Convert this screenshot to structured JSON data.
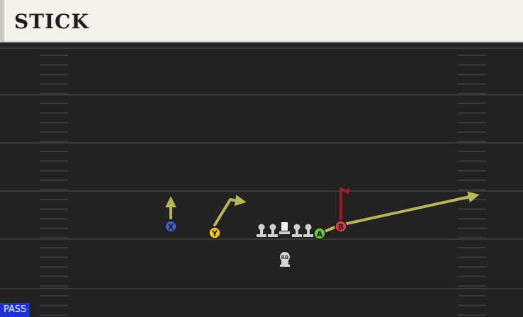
{
  "play": {
    "title": "STICK",
    "mode_label": "PASS"
  },
  "receivers": [
    {
      "label": "X",
      "color": "#3b62c8"
    },
    {
      "label": "Y",
      "color": "#f2c418"
    },
    {
      "label": "A",
      "color": "#6ac63a"
    },
    {
      "label": "B",
      "color": "#d8394b"
    }
  ],
  "backfield": {
    "rb_label": "RB"
  },
  "colors": {
    "field": "#222222",
    "yard_line": "#3a3a3a",
    "route_primary": "#b9b659",
    "route_option": "#9b1c2c",
    "lineman": "#cfcfcf",
    "header": "#f4f2ea"
  }
}
